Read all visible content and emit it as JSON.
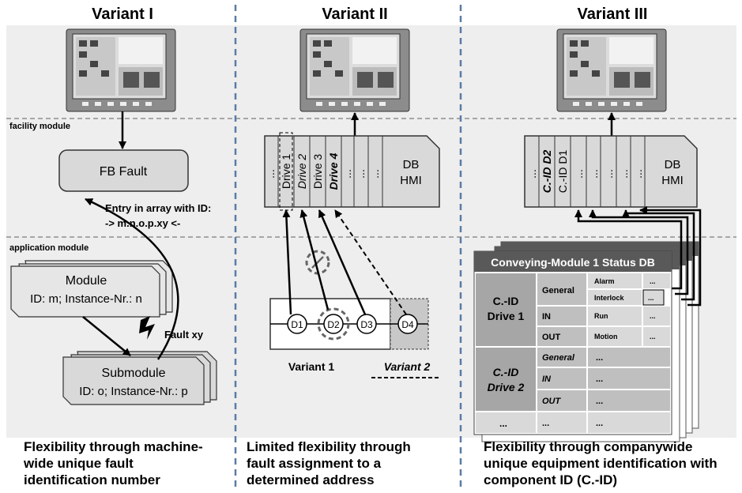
{
  "headers": {
    "v1": "Variant I",
    "v2": "Variant II",
    "v3": "Variant III"
  },
  "band_labels": {
    "facility": "facility module",
    "application": "application module"
  },
  "variant1": {
    "fb_fault": "FB Fault",
    "entry_line1": "Entry in array with ID:",
    "entry_line2": "-> m.n.o.p.xy <-",
    "module_title": "Module",
    "module_id": "ID: m; Instance-Nr.: n",
    "fault_label": "Fault xy",
    "submodule_title": "Submodule",
    "submodule_id": "ID: o; Instance-Nr.: p"
  },
  "variant2": {
    "db_cells": [
      "...",
      "Drive 1",
      "Drive 2",
      "Drive 3",
      "Drive 4",
      "...",
      "...",
      "..."
    ],
    "db_label_1": "DB",
    "db_label_2": "HMI",
    "drives": [
      "D1",
      "D2",
      "D3",
      "D4"
    ],
    "variant1_label": "Variant 1",
    "variant2_label": "Variant 2"
  },
  "variant3": {
    "db_cells": [
      "...",
      "C.-ID D2",
      "C.-ID D1",
      "...",
      "...",
      "...",
      "...",
      "..."
    ],
    "db_label_1": "DB",
    "db_label_2": "HMI",
    "table_title": "Conveying-Module 1 Status DB",
    "group1_line1": "C.-ID",
    "group1_line2": "Drive 1",
    "group2_line1": "C.-ID",
    "group2_line2": "Drive 2",
    "general": "General",
    "in": "IN",
    "out": "OUT",
    "alarm": "Alarm",
    "interlock": "Interlock",
    "run": "Run",
    "motion": "Motion",
    "ellipsis": "...",
    "bottom_ellipsis": "..."
  },
  "captions": {
    "v1_line1": "Flexibility through machine-",
    "v1_line2": "wide unique fault",
    "v1_line3": "identification number",
    "v2_line1": "Limited flexibility through",
    "v2_line2": "fault assignment to a",
    "v2_line3": "determined address",
    "v3_line1": "Flexibility through companywide",
    "v3_line2": "unique equipment identification with",
    "v3_line3": "component ID (C.-ID)"
  },
  "colors": {
    "band": "#eeeeee",
    "box": "#d9d9d9",
    "dark": "#595959",
    "divider": "#5b7ba6"
  }
}
